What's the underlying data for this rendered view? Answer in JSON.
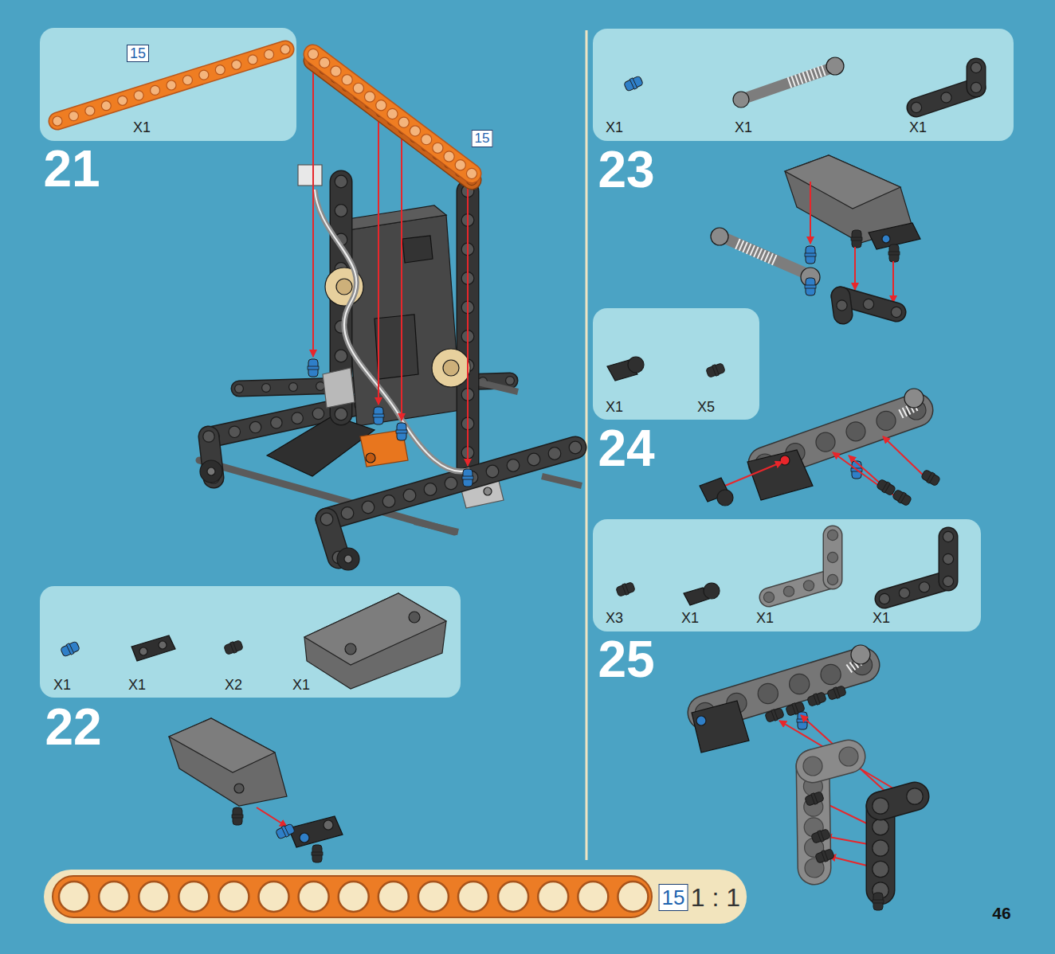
{
  "diagram": {
    "nodes": [
      {
        "text": [
          "15",
          "X1"
        ]
      },
      {
        "text": [
          "X1",
          "X1",
          "X2",
          "X1"
        ]
      },
      {
        "text": [
          "X1",
          "X1",
          "X1"
        ]
      },
      {
        "text": [
          "X1",
          "X5"
        ]
      },
      {
        "text": [
          "X3",
          "X1",
          "X1",
          "X1"
        ]
      },
      {
        "text": [
          "15",
          "1 : 1"
        ]
      }
    ],
    "labels": [
      "21",
      "15",
      "22",
      "23",
      "24",
      "25",
      "46"
    ]
  }
}
